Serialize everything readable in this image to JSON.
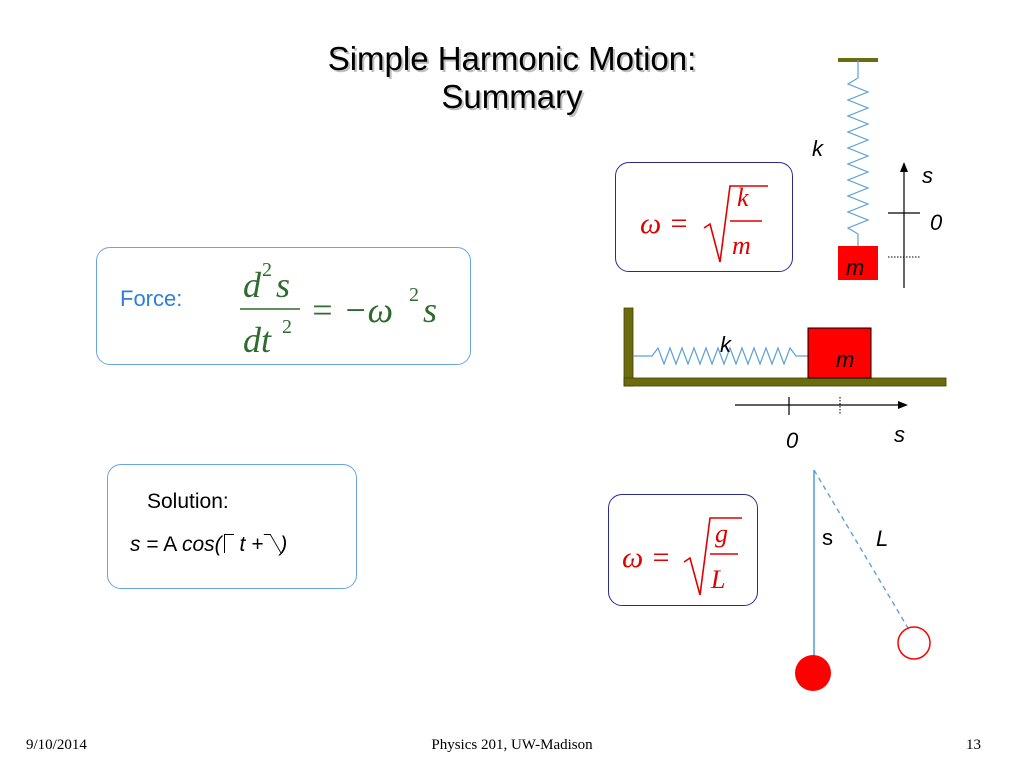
{
  "slide": {
    "title_line1": "Simple Harmonic Motion:",
    "title_line2": "Summary",
    "force_label": "Force:",
    "solution_label": "Solution:",
    "solution_eq": {
      "s": "s",
      "eq_a": " = A ",
      "cos": "cos(",
      "t_plus": " t + ",
      "close": ")"
    },
    "equations": {
      "force": {
        "num_d": "d",
        "num_exp": "2",
        "num_s": "s",
        "den_dt": "dt",
        "den_exp": "2",
        "rhs": "= −ω",
        "rhs_exp": "2",
        "rhs_s": "s"
      },
      "omega_spring": {
        "lhs": "ω =",
        "num": "k",
        "den": "m"
      },
      "omega_pendulum": {
        "lhs": "ω =",
        "num": "g",
        "den": "L"
      }
    },
    "diagram_labels": {
      "vertical_k": "k",
      "vertical_s": "s",
      "vertical_zero": "0",
      "vertical_m": "m",
      "horizontal_k": "k",
      "horizontal_m": "m",
      "horizontal_zero": "0",
      "horizontal_s": "s",
      "pendulum_s": "s",
      "pendulum_L": "L"
    },
    "colors": {
      "title_shadow": "#c0c0c0",
      "accent_blue": "#2f7fd8",
      "box_border_blue": "#6aa6de",
      "box_border_navy": "#2b2b8f",
      "equation_red": "#e00000",
      "equation_green": "#2e6b2e",
      "mass_red": "#ff0000",
      "wall_olive": "#6b6b10",
      "spring_blue": "#5fa0d8"
    },
    "footer": {
      "date": "9/10/2014",
      "course": "Physics 201, UW-Madison",
      "page": "13"
    }
  }
}
